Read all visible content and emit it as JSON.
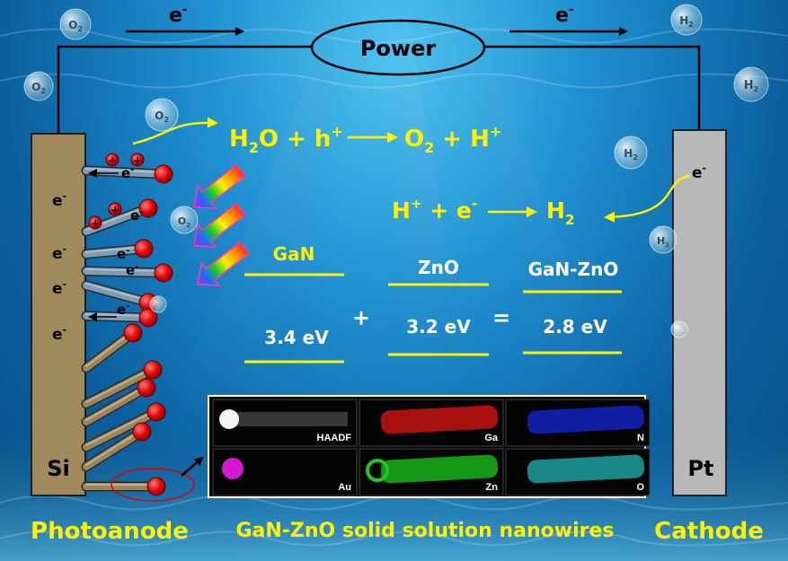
{
  "circuit": {
    "power_label": "Power",
    "electron_label_left": "e",
    "electron_label_right": "e",
    "electron_sup": "-"
  },
  "reactions": {
    "oxidation": {
      "lhs": "H",
      "lhs_sub": "2",
      "lhs_rest": "O + h",
      "plus_sup": "+",
      "rhs": "O",
      "rhs_sub": "2",
      "rhs_rest": " + H",
      "rhs_sup": "+"
    },
    "reduction": {
      "lhs": "H",
      "lhs_sup": "+",
      "lhs_mid": " + e",
      "lhs_sup2": "-",
      "rhs": "H",
      "rhs_sub": "2"
    }
  },
  "band_gaps": {
    "gan": {
      "name": "GaN",
      "value": "3.4 eV"
    },
    "zno": {
      "name": "ZnO",
      "value": "3.2 eV"
    },
    "ganzno": {
      "name": "GaN-ZnO",
      "value": "2.8 eV"
    },
    "plus": "+",
    "equals": "=",
    "line_color": "#fff200"
  },
  "electrodes": {
    "photoanode": {
      "material": "Si",
      "label": "Photoanode",
      "color": "#a08a5c"
    },
    "cathode": {
      "material": "Pt",
      "label": "Cathode",
      "color": "#b8b8b8"
    },
    "electron_label": "e",
    "electron_sup": "-"
  },
  "nanowire_label": "GaN-ZnO solid solution nanowires",
  "holes": {
    "symbol": "+"
  },
  "bubbles": {
    "o2": {
      "base": "O",
      "sub": "2"
    },
    "h2": {
      "base": "H",
      "sub": "2"
    }
  },
  "eds_maps": [
    {
      "label": "HAADF",
      "color": "#cfcfcf"
    },
    {
      "label": "Ga",
      "color": "#e01414"
    },
    {
      "label": "N",
      "color": "#1626d8"
    },
    {
      "label": "Au",
      "color": "#d21ad2"
    },
    {
      "label": "Zn",
      "color": "#1ec81e"
    },
    {
      "label": "O",
      "color": "#22b4b4"
    }
  ]
}
